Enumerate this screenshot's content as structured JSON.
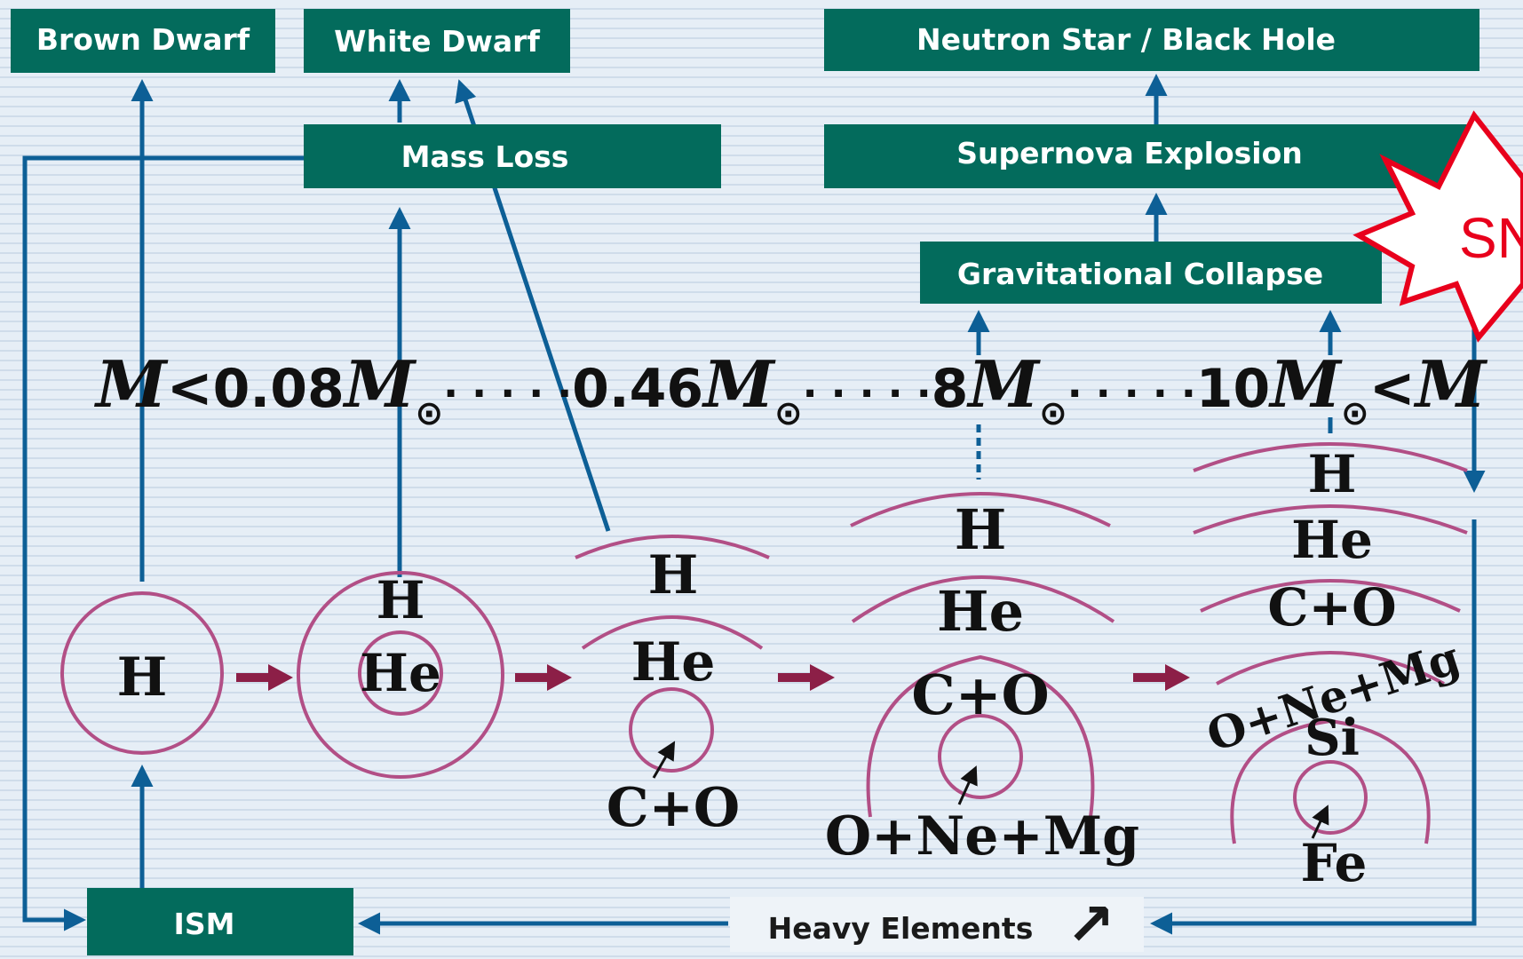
{
  "boxes": {
    "brown_dwarf": "Brown Dwarf",
    "white_dwarf": "White Dwarf",
    "neutron_star_black_hole": "Neutron Star / Black Hole",
    "mass_loss": "Mass Loss",
    "supernova_explosion": "Supernova Explosion",
    "gravitational_collapse": "Gravitational Collapse",
    "ism": "ISM",
    "heavy_elements": "Heavy Elements"
  },
  "heavy_elements_arrow": "↗",
  "burst_label": "SN",
  "mass_scale": {
    "m_symbol": "M",
    "less_than": "<",
    "v1": "0.08",
    "v2": "0.46",
    "v3": "8",
    "v4": "10",
    "dots": "· · · · ·",
    "sun_symbol": "⊙"
  },
  "stars": {
    "star1": {
      "core": "H"
    },
    "star2": {
      "outer": "H",
      "core": "He"
    },
    "star3": {
      "layers": [
        "H",
        "He"
      ],
      "core": "C+O"
    },
    "star4": {
      "layers": [
        "H",
        "He",
        "C+O"
      ],
      "core": "O+Ne+Mg"
    },
    "star5": {
      "layers": [
        "H",
        "He",
        "C+O",
        "O+Ne+Mg",
        "Si"
      ],
      "core": "Fe"
    }
  },
  "colors": {
    "box_fill": "#036b5c",
    "flow_arrow": "#0d5f96",
    "shell": "#b24f86",
    "stage_arrow": "#8c1f47",
    "burst": "#e8001c"
  }
}
